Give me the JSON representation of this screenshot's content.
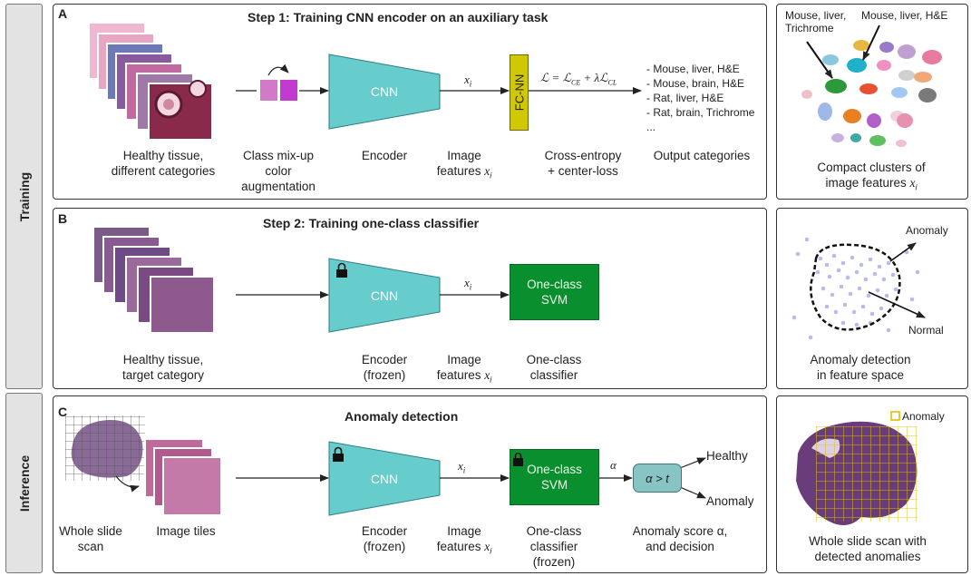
{
  "sidebar": {
    "training": "Training",
    "inference": "Inference"
  },
  "panelA": {
    "letter": "A",
    "title": "Step 1: Training CNN encoder on an auxiliary task",
    "cap_tissue": [
      "Healthy tissue,",
      "different categories"
    ],
    "cap_aug": [
      "Class mix-up",
      "color",
      "augmentation"
    ],
    "cap_encoder": "Encoder",
    "cap_features": [
      "Image",
      "features "
    ],
    "xi": "x",
    "xi_sub": "i",
    "cnn": "CNN",
    "fcnn": "FC-NN",
    "loss_formula": "ℒ = ℒ",
    "loss_ce": "CE",
    "loss_plus": " + λℒ",
    "loss_cl": "CL",
    "cap_loss": [
      "Cross-entropy",
      "+ center-loss"
    ],
    "categories": [
      "- Mouse, liver, H&E",
      "- Mouse, brain, H&E",
      "- Rat, liver, H&E",
      "- Rat, brain, Trichrome",
      "..."
    ],
    "cap_output": "Output categories"
  },
  "panelA2": {
    "label_left": [
      "Mouse, liver,",
      "Trichrome"
    ],
    "label_right": "Mouse, liver, H&E",
    "caption": [
      "Compact clusters of",
      "image features "
    ]
  },
  "panelB": {
    "letter": "B",
    "title": "Step 2: Training one-class classifier",
    "cap_tissue": [
      "Healthy tissue,",
      "target category"
    ],
    "cap_encoder": [
      "Encoder",
      "(frozen)"
    ],
    "cap_features": [
      "Image",
      "features "
    ],
    "cnn": "CNN",
    "svm": [
      "One-class",
      "SVM"
    ],
    "cap_classifier": [
      "One-class",
      "classifier"
    ]
  },
  "panelB2": {
    "anomaly": "Anomaly",
    "normal": "Normal",
    "caption": [
      "Anomaly detection",
      "in feature space"
    ]
  },
  "panelC": {
    "letter": "C",
    "title": "Anomaly detection",
    "cap_wsi": [
      "Whole slide",
      "scan"
    ],
    "cap_tiles": "Image tiles",
    "cap_encoder": [
      "Encoder",
      "(frozen)"
    ],
    "cap_features": [
      "Image",
      "features "
    ],
    "cnn": "CNN",
    "svm": [
      "One-class",
      "SVM"
    ],
    "cap_classifier": [
      "One-class",
      "classifier",
      "(frozen)"
    ],
    "alpha": "α",
    "decision": "α > t",
    "healthy": "Healthy",
    "anomaly": "Anomaly",
    "cap_score": [
      "Anomaly score α,",
      "and decision"
    ]
  },
  "panelC2": {
    "legend": "Anomaly",
    "caption": [
      "Whole slide scan with",
      "detected anomalies"
    ]
  },
  "colors": {
    "cnn": "#66cccc",
    "svm": "#0a8f2f",
    "fcnn": "#d0c800",
    "anomaly": "#e0c000"
  }
}
